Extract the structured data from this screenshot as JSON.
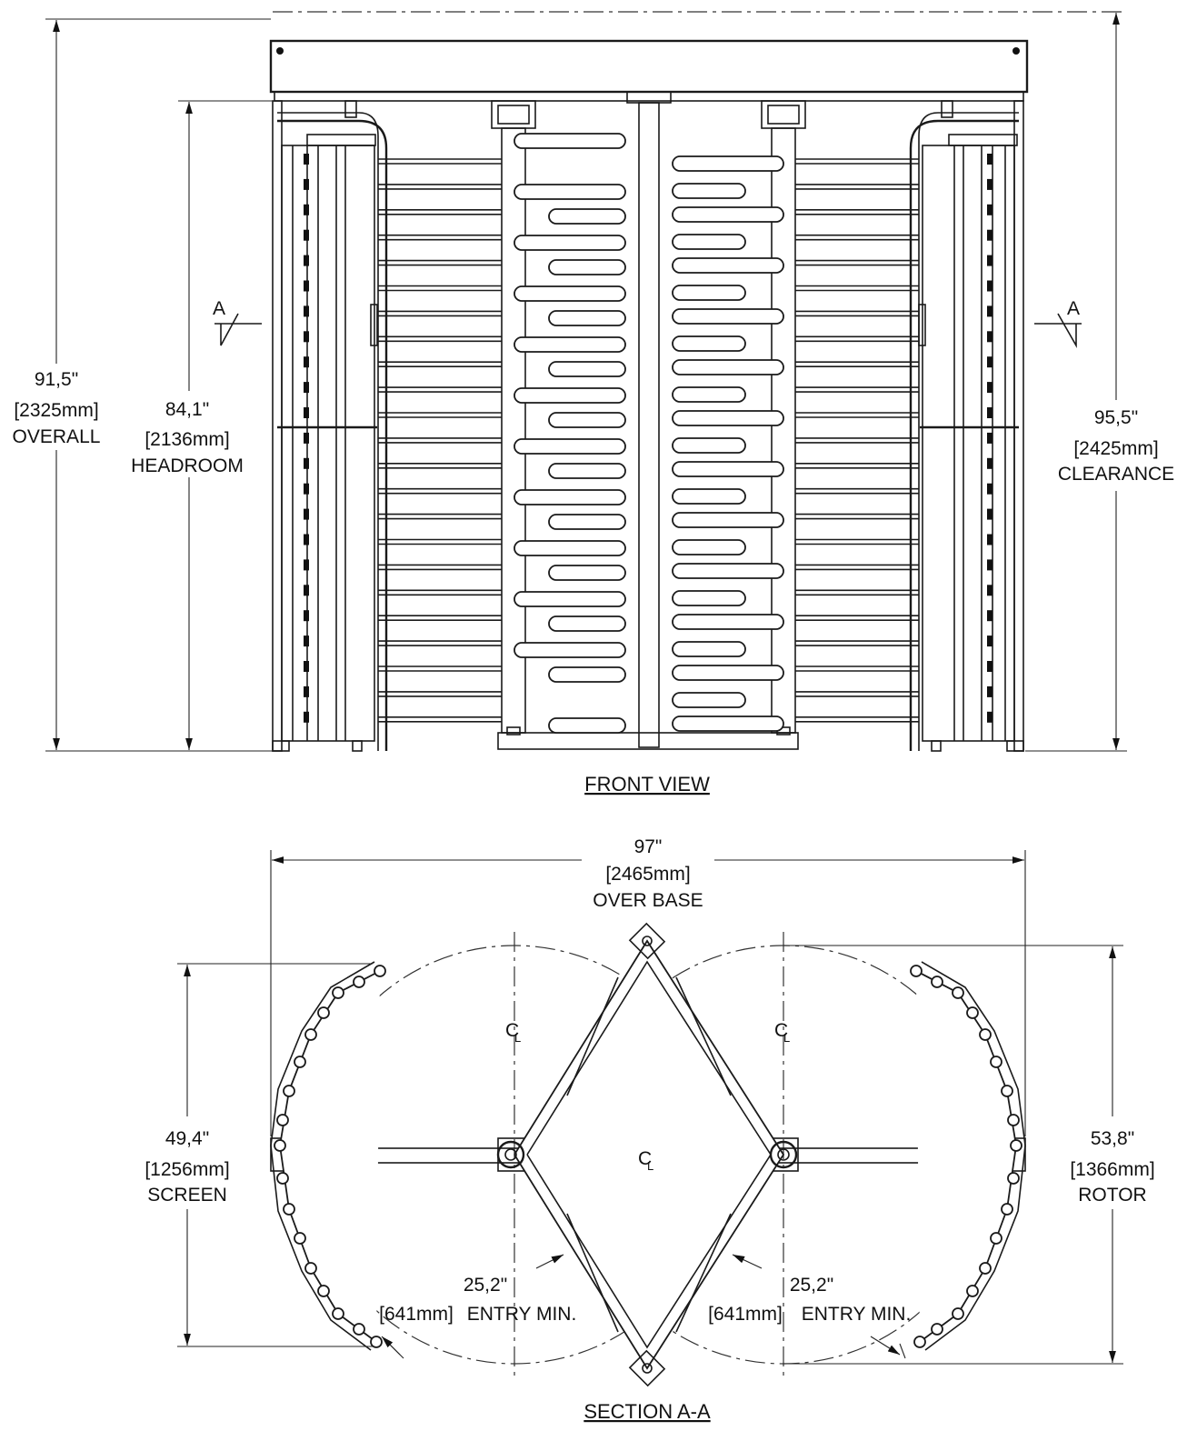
{
  "front_view": {
    "title": "FRONT VIEW",
    "section_marker_left": "A",
    "section_marker_right": "A",
    "dims": {
      "overall": {
        "value": "91,5\"",
        "metric": "[2325mm]",
        "label": "OVERALL"
      },
      "headroom": {
        "value": "84,1\"",
        "metric": "[2136mm]",
        "label": "HEADROOM"
      },
      "clearance": {
        "value": "95,5\"",
        "metric": "[2425mm]",
        "label": "CLEARANCE"
      }
    }
  },
  "section_view": {
    "title": "SECTION A-A",
    "centerline_symbol": "C",
    "centerline_sub": "L",
    "dims": {
      "over_base": {
        "value": "97\"",
        "metric": "[2465mm]",
        "label": "OVER BASE"
      },
      "screen": {
        "value": "49,4\"",
        "metric": "[1256mm]",
        "label": "SCREEN"
      },
      "rotor": {
        "value": "53,8\"",
        "metric": "[1366mm]",
        "label": "ROTOR"
      },
      "entry_left": {
        "value": "25,2\"",
        "metric": "[641mm]",
        "label": "ENTRY MIN."
      },
      "entry_right": {
        "value": "25,2\"",
        "metric": "[641mm]",
        "label": "ENTRY MIN."
      }
    }
  }
}
